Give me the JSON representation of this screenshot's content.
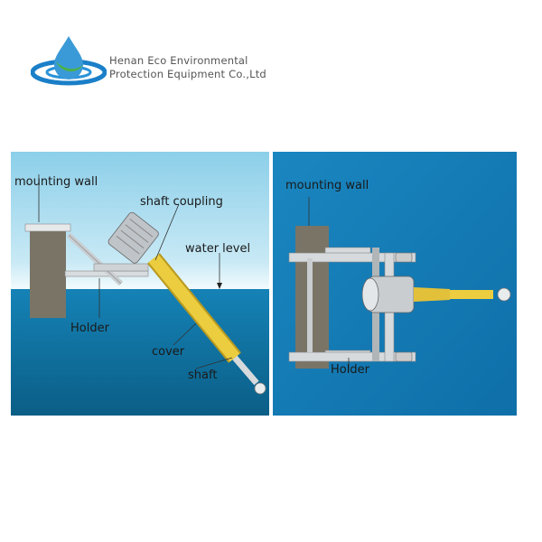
{
  "company": {
    "line1": "Henan Eco Environmental",
    "line2": "Protection Equipment Co.,Ltd"
  },
  "left_panel": {
    "labels": {
      "mounting_wall": "mounting wall",
      "shaft_coupling": "shaft coupling",
      "water_level": "water level",
      "holder": "Holder",
      "cover": "cover",
      "shaft": "shaft"
    }
  },
  "right_panel": {
    "labels": {
      "mounting_wall": "mounting wall",
      "holder": "Holder"
    }
  },
  "colors": {
    "sky": "#8fd0ea",
    "water": "#0e74a6",
    "wall": "#7a7466",
    "cover": "#e8c93a",
    "metal": "#c9cdd0"
  }
}
